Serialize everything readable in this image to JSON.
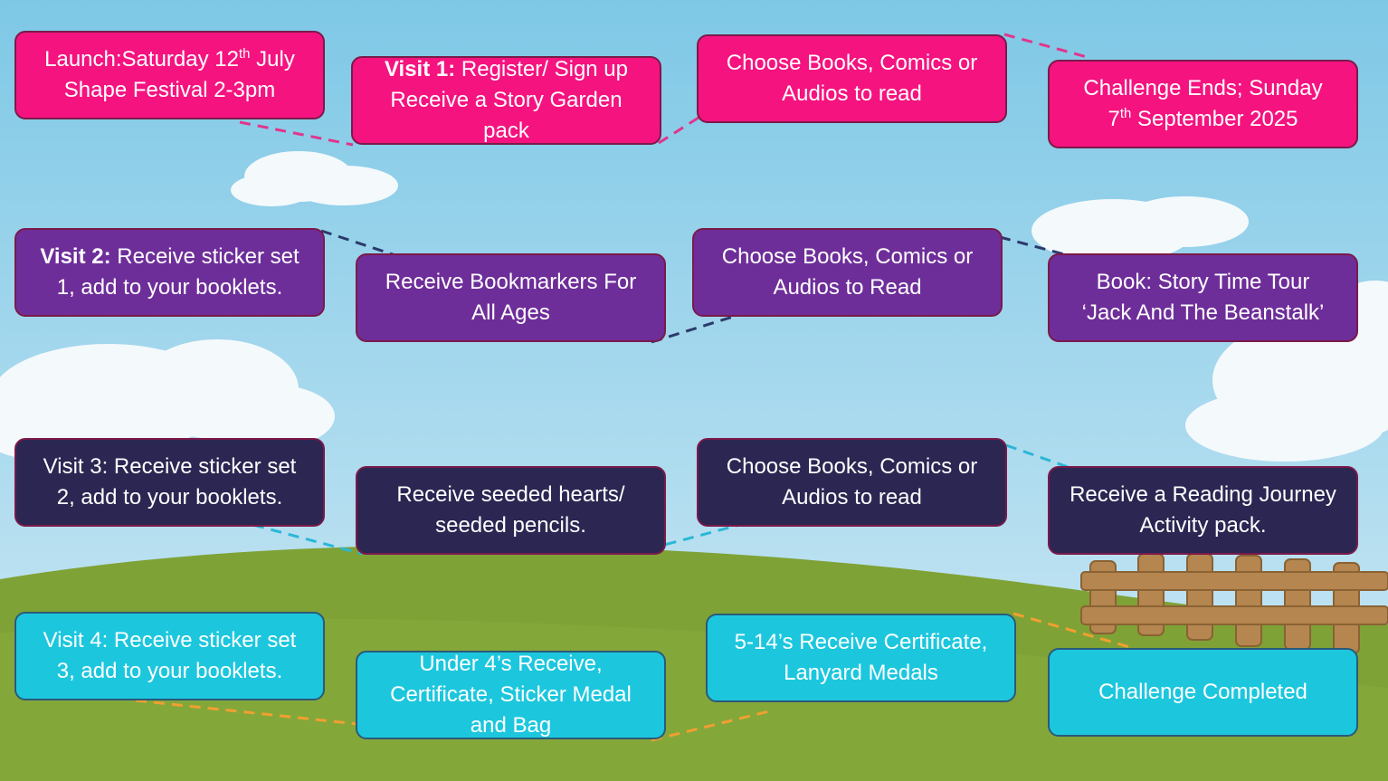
{
  "colors": {
    "sky_top": "#7ec8e6",
    "sky_bottom": "#cfe9f5",
    "grass": "#84a73a",
    "grass_dark": "#6f9130",
    "fence": "#b5864f",
    "pink": "#f5137f",
    "purple": "#6e2e99",
    "navy": "#2b2652",
    "cyan": "#1cc7de",
    "connector_pink": "#e0368c",
    "connector_navy": "#2b3a6b",
    "connector_cyan": "#2ab7d6",
    "connector_orange": "#f0a030"
  },
  "row1": {
    "launch": {
      "pre": "Launch:Saturday 12",
      "sup": "th",
      "post": " July\nShape Festival 2-3pm"
    },
    "visit1": {
      "bold": "Visit 1:",
      "rest": " Register/ Sign up\nReceive a Story Garden\npack"
    },
    "choose": "Choose Books, Comics or\nAudios to read",
    "ends": {
      "pre": "Challenge Ends; Sunday\n7",
      "sup": "th",
      "post": " September 2025"
    }
  },
  "row2": {
    "visit2": {
      "bold": "Visit 2:",
      "rest": " Receive sticker set\n1, add to your booklets."
    },
    "bookmarks": "Receive Bookmarkers For\nAll Ages",
    "choose": "Choose Books, Comics or\nAudios to Read",
    "tour": "Book: Story Time Tour\n‘Jack And The Beanstalk’"
  },
  "row3": {
    "visit3": "Visit 3: Receive sticker set\n2, add to your booklets.",
    "hearts": "Receive seeded hearts/\nseeded pencils.",
    "choose": "Choose Books, Comics or\nAudios to read",
    "journey": "Receive a Reading Journey\nActivity pack."
  },
  "row4": {
    "visit4": "Visit 4: Receive sticker set\n3, add to your booklets.",
    "under4": "Under 4’s Receive,\nCertificate, Sticker Medal\nand Bag",
    "fivefourteen": "5-14’s Receive Certificate,\nLanyard Medals",
    "completed": "Challenge Completed"
  }
}
